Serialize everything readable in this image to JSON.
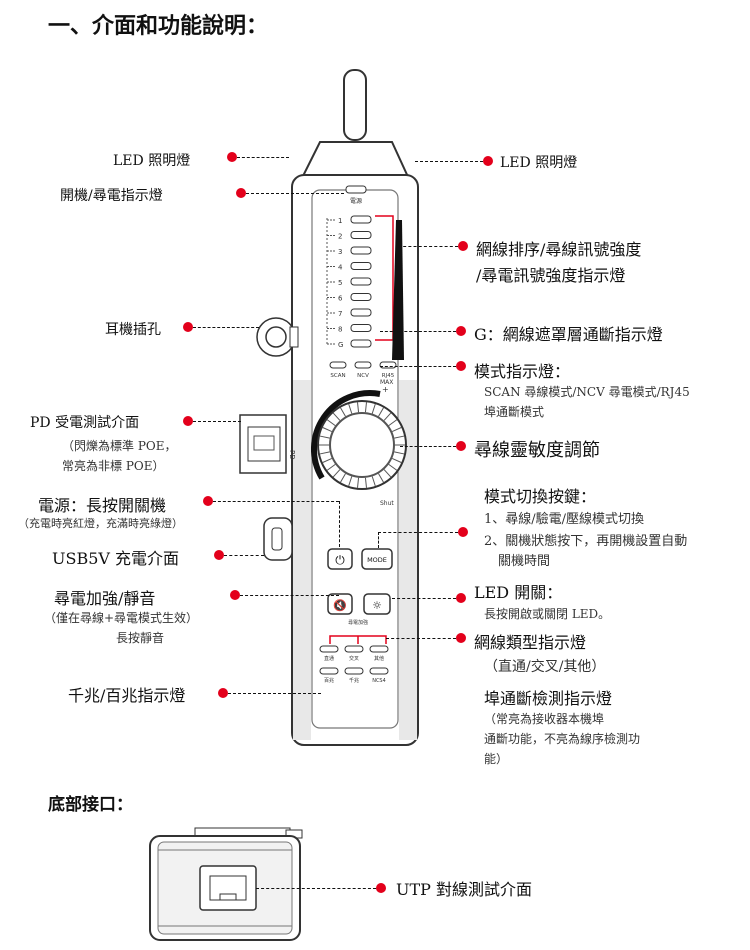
{
  "section1_title": "一、介面和功能說明：",
  "section2_title": "底部接口：",
  "device": {
    "power_led_label": "電源",
    "led_numbers": [
      "1",
      "2",
      "3",
      "4",
      "5",
      "6",
      "7",
      "8",
      "G"
    ],
    "mode_leds": [
      "SCAN",
      "NCV",
      "RJ45"
    ],
    "max_label": "MAX",
    "shut_label": "Shut",
    "mode_button_label": "MODE",
    "boost_label": "尋電加強",
    "type_row1": [
      "直通",
      "交叉",
      "其他"
    ],
    "type_row2": [
      "百兆",
      "千兆",
      "NCS4"
    ]
  },
  "left": {
    "led_light": "LED 照明燈",
    "power_indicator": "開機/尋電指示燈",
    "earphone_jack": "耳機插孔",
    "pd_port": "PD 受電測試介面",
    "pd_note1": "（閃爍為標準 POE，",
    "pd_note2": "常亮為非標 POE）",
    "power_button": "電源：長按開關機",
    "power_note": "（充電時亮紅燈，充滿時亮綠燈）",
    "usb": "USB5V 充電介面",
    "boost": "尋電加強/靜音",
    "boost_note": "（僅在尋線+尋電模式生效）",
    "boost_note2": "長按靜音",
    "speed_indicator": "千兆/百兆指示燈"
  },
  "right": {
    "led_light": "LED 照明燈",
    "sequence_line1": "網線排序/尋線訊號強度",
    "sequence_line2": "/尋電訊號強度指示燈",
    "shield": "G：網線遮罩層通斷指示燈",
    "mode_indicator": "模式指示燈：",
    "mode_desc1": "SCAN 尋線模式/NCV 尋電模式/RJ45",
    "mode_desc2": "埠通斷模式",
    "sensitivity": "尋線靈敏度調節",
    "mode_key_title": "模式切換按鍵：",
    "mode_key_1": "1、尋線/驗電/壓線模式切換",
    "mode_key_2a": "2、關機狀態按下，再開機設置自動",
    "mode_key_2b": "關機時間",
    "led_switch": "LED 開關：",
    "led_switch_desc": "長按開啟或關閉 LED。",
    "cable_type": "網線類型指示燈",
    "cable_type_desc": "（直通/交叉/其他）",
    "port_detect": "埠通斷檢測指示燈",
    "port_detect_desc1": "（常亮為接收器本機埠",
    "port_detect_desc2": "通斷功能，不亮為線序檢測功",
    "port_detect_desc3": "能）"
  },
  "bottom": {
    "utp": "UTP 對線測試介面"
  },
  "colors": {
    "accent_red": "#e3001b",
    "line": "#111111"
  }
}
